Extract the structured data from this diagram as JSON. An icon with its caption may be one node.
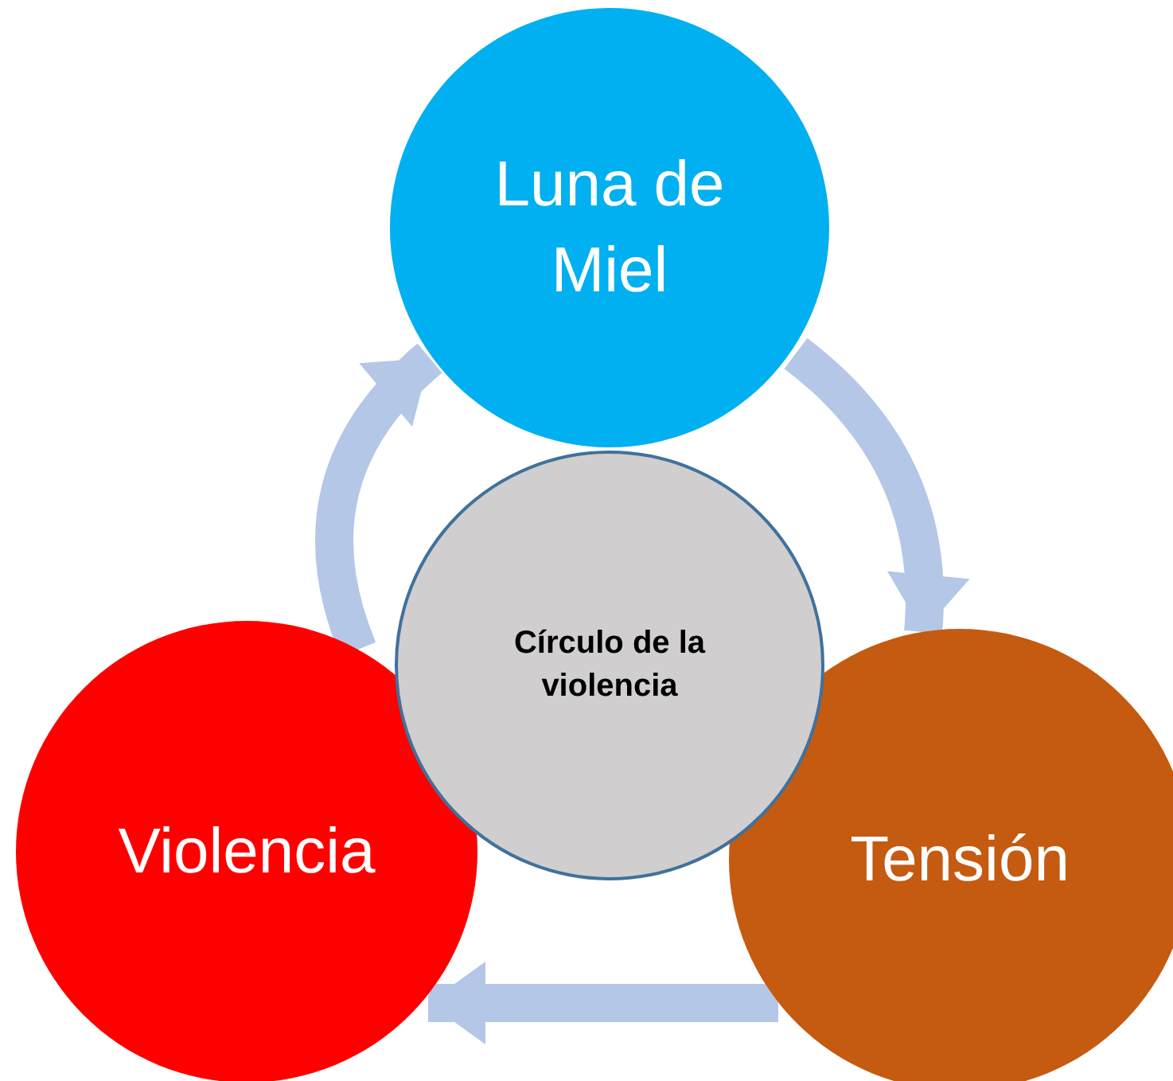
{
  "diagram": {
    "nodes": [
      {
        "text": [
          "Luna de Miel"
        ]
      },
      {
        "text": [
          "Círculo de la violencia"
        ]
      },
      {
        "text": [
          "Violencia"
        ]
      },
      {
        "text": [
          "Tensión"
        ]
      }
    ],
    "edges": [
      {
        "from": 0,
        "to": 3,
        "arrow": "to"
      },
      {
        "from": 3,
        "to": 2,
        "arrow": "to"
      },
      {
        "from": 2,
        "to": 0,
        "arrow": "to"
      }
    ]
  }
}
